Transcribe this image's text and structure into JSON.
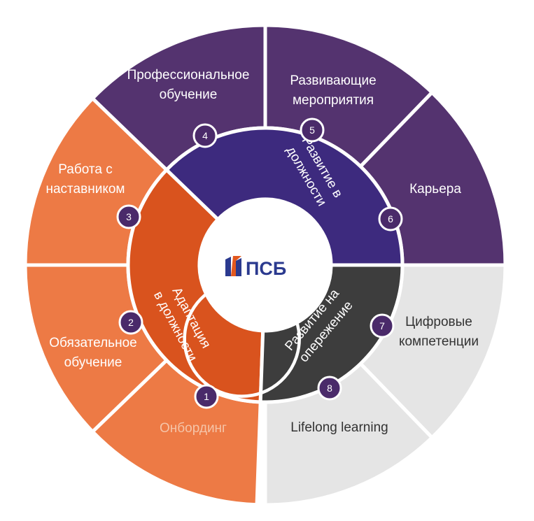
{
  "logo": {
    "text": "ПСБ",
    "icon": "psb-logo-icon",
    "text_color": "#2b3a8f",
    "accent_color": "#e2581f"
  },
  "inner_segments": [
    {
      "id": "adaptation",
      "lines": [
        "Адаптация",
        "в должности"
      ],
      "color": "#d9531e"
    },
    {
      "id": "development",
      "lines": [
        "Развитие в",
        "должности"
      ],
      "color": "#3d2a7e"
    },
    {
      "id": "advance",
      "lines": [
        "Развитие на",
        "опережение"
      ],
      "color": "#3d3d3d"
    }
  ],
  "outer_segments": [
    {
      "number": "1",
      "lines": [
        "Онбординг"
      ],
      "color": "#ed7a45",
      "text_color": "#f5c4a8"
    },
    {
      "number": "2",
      "lines": [
        "Обязательное",
        "обучение"
      ],
      "color": "#ed7a45",
      "text_color": "#ffffff"
    },
    {
      "number": "3",
      "lines": [
        "Работа с",
        "наставником"
      ],
      "color": "#ed7a45",
      "text_color": "#ffffff"
    },
    {
      "number": "4",
      "lines": [
        "Профессиональное",
        "обучение"
      ],
      "color": "#54336f",
      "text_color": "#ffffff"
    },
    {
      "number": "5",
      "lines": [
        "Развивающие",
        "мероприятия"
      ],
      "color": "#54336f",
      "text_color": "#ffffff"
    },
    {
      "number": "6",
      "lines": [
        "Карьера"
      ],
      "color": "#54336f",
      "text_color": "#ffffff"
    },
    {
      "number": "7",
      "lines": [
        "Цифровые",
        "компетенции"
      ],
      "color": "#e5e5e5",
      "text_color": "#333333"
    },
    {
      "number": "8",
      "lines": [
        "Lifelong learning"
      ],
      "color": "#e5e5e5",
      "text_color": "#333333"
    }
  ],
  "badge_color": "#4a2a6a"
}
